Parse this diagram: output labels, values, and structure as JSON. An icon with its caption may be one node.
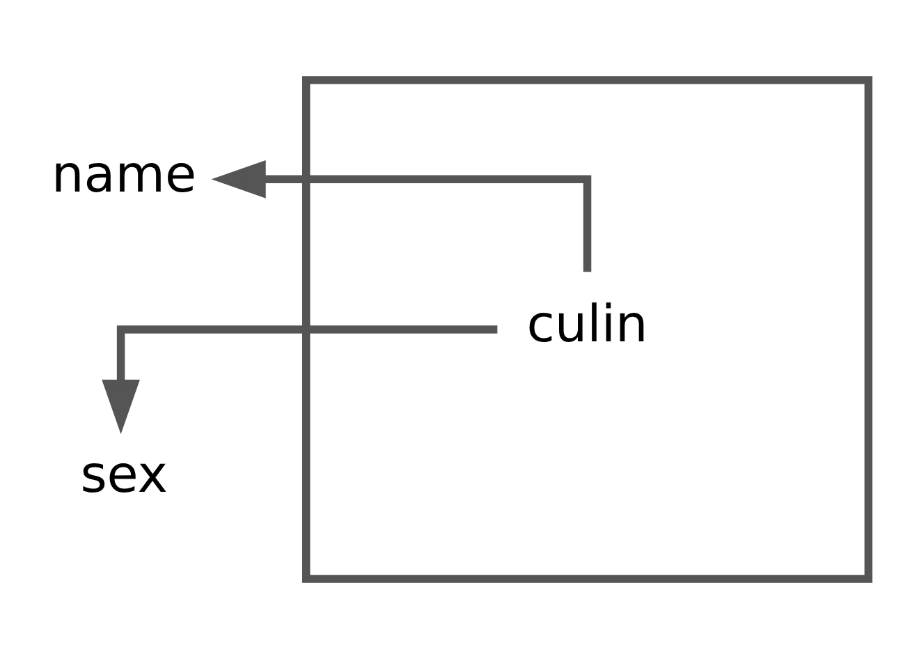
{
  "diagram": {
    "nodes": [
      {
        "text": [],
        "shape": "box"
      },
      {
        "text": [
          "culin"
        ],
        "in": 0
      },
      {
        "text": [
          "name"
        ]
      },
      {
        "text": [
          "sex"
        ]
      }
    ],
    "edges": [
      {
        "from": 1,
        "to": 2,
        "arrow": "to"
      },
      {
        "from": 1,
        "to": 3,
        "arrow": "to"
      }
    ]
  }
}
